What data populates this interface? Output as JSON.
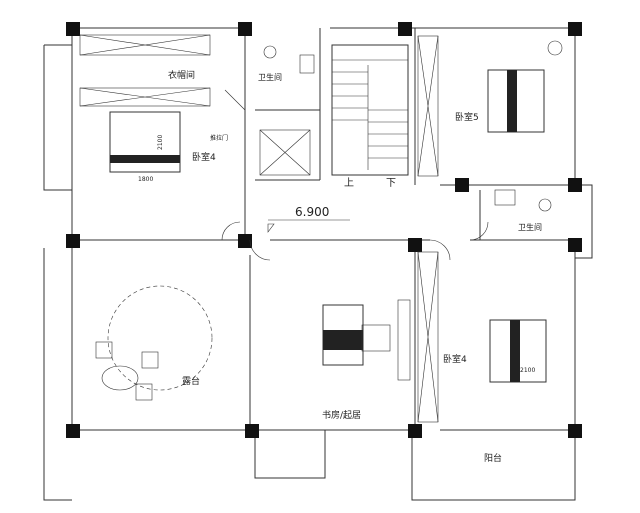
{
  "plan": {
    "level": "6.900",
    "rooms": {
      "closet": "衣帽间",
      "bath_top": "卫生间",
      "bath_right": "卫生间",
      "bedroom_left": "卧室4",
      "bedroom_top_right": "卧室5",
      "bedroom_bottom_right": "卧室4",
      "terrace": "露台",
      "study": "书房/起居",
      "balcony": "阳台"
    },
    "stair": {
      "up": "上",
      "down": "下"
    },
    "door_note": "推拉门",
    "dims": {
      "bed_left_width": "1800",
      "bed_left_length": "2100",
      "bed_right_length": "2100"
    }
  }
}
